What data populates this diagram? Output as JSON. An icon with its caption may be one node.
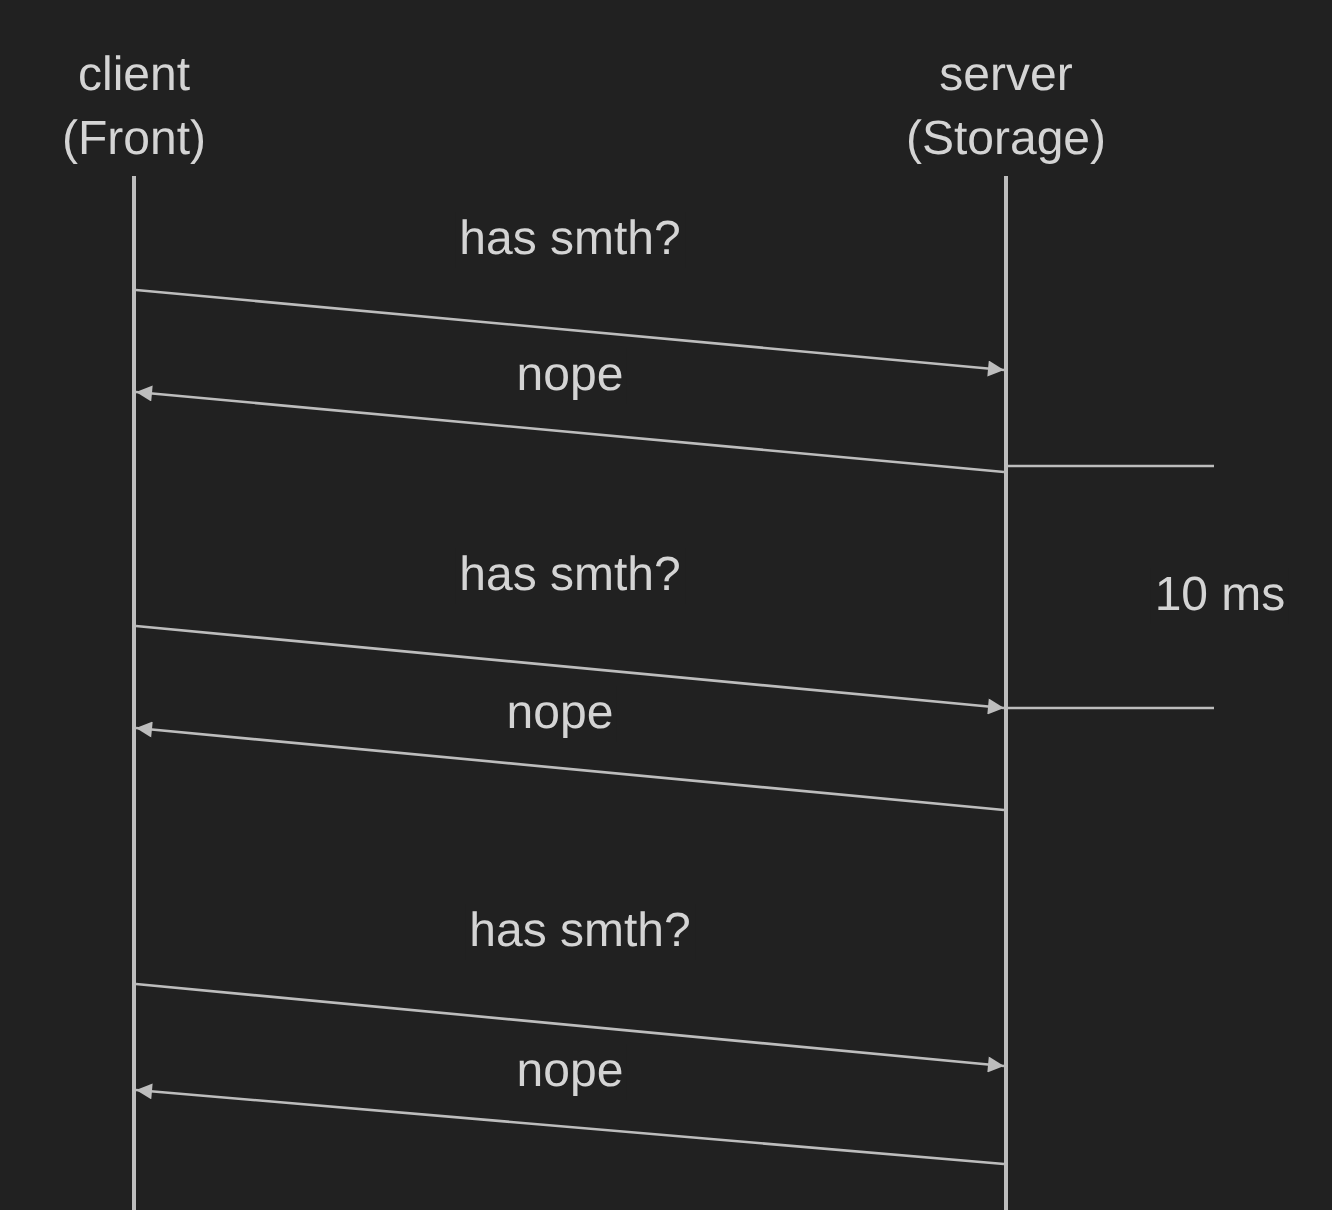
{
  "diagram": {
    "nodes": [
      {
        "text": [
          "client (Front)"
        ]
      },
      {
        "text": [
          "server (Storage)"
        ]
      }
    ],
    "edges": [
      {
        "from": 0,
        "to": 1,
        "arrow": "to",
        "label": "has smth?"
      },
      {
        "from": 1,
        "to": 0,
        "arrow": "to",
        "label": "nope"
      },
      {
        "from": 0,
        "to": 1,
        "arrow": "to",
        "label": "has smth?"
      },
      {
        "from": 1,
        "to": 0,
        "arrow": "to",
        "label": "nope"
      },
      {
        "from": 0,
        "to": 1,
        "arrow": "to",
        "label": "has smth?"
      },
      {
        "from": 1,
        "to": 0,
        "arrow": "to",
        "label": "nope"
      }
    ],
    "labels": [
      "10 ms"
    ]
  }
}
